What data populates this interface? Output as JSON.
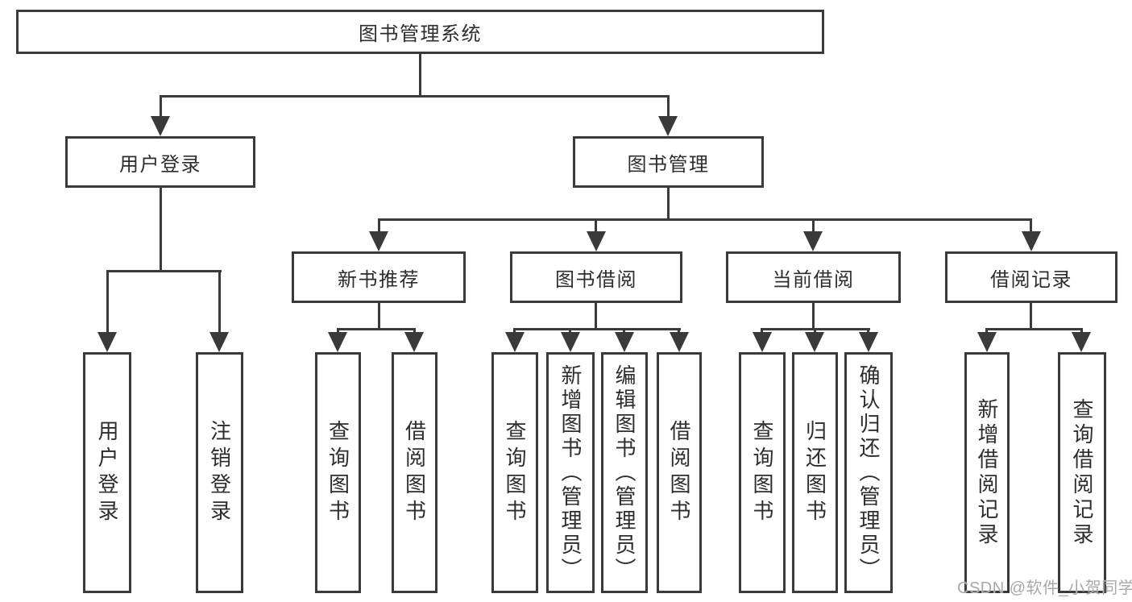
{
  "diagram": {
    "title": "图书管理系统",
    "root": {
      "label": "图书管理系统"
    },
    "level2": [
      {
        "label": "用户登录"
      },
      {
        "label": "图书管理"
      }
    ],
    "level3": [
      {
        "label": "新书推荐"
      },
      {
        "label": "图书借阅"
      },
      {
        "label": "当前借阅"
      },
      {
        "label": "借阅记录"
      }
    ],
    "leaves": {
      "user_login": [
        {
          "label": "用户登录"
        },
        {
          "label": "注销登录"
        }
      ],
      "new_book": [
        {
          "label": "查询图书"
        },
        {
          "label": "借阅图书"
        }
      ],
      "book_borrow": [
        {
          "label": "查询图书"
        },
        {
          "label": "新增图书（管理员）"
        },
        {
          "label": "编辑图书（管理员）"
        },
        {
          "label": "借阅图书"
        }
      ],
      "current_borrow": [
        {
          "label": "查询图书"
        },
        {
          "label": "归还图书"
        },
        {
          "label": "确认归还（管理员）"
        }
      ],
      "borrow_records": [
        {
          "label": "新增借阅记录"
        },
        {
          "label": "查询借阅记录"
        }
      ]
    },
    "colors": {
      "line": "#3a3a3a",
      "text": "#2d2d2d",
      "watermark": "#a8a8a8",
      "background": "#ffffff"
    }
  },
  "watermark": {
    "text": "CSDN @软件_小贺同学"
  }
}
